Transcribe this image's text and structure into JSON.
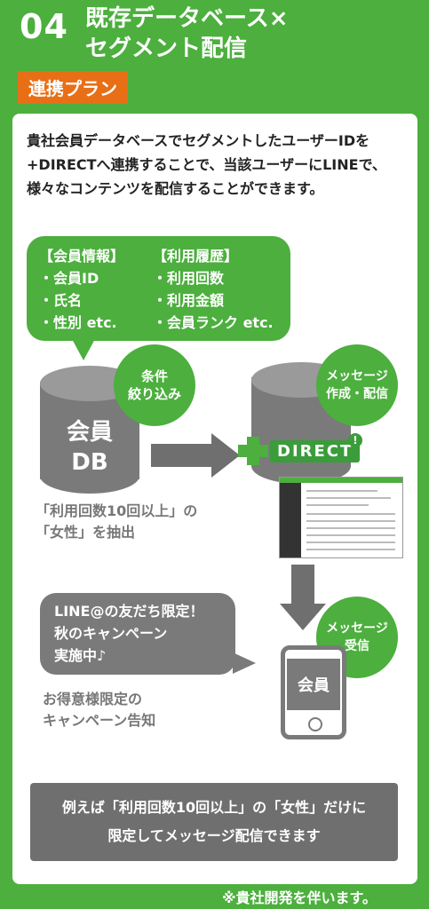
{
  "header": {
    "number": "04",
    "title_line1": "既存データベース×",
    "title_line2": "セグメント配信",
    "badge": "連携プラン"
  },
  "intro": "貴社会員データベースでセグメントしたユーザーIDを+DIRECTへ連携することで、当該ユーザーにLINEで、様々なコンテンツを配信することができます。",
  "member_info": {
    "heading": "【会員情報】",
    "items": [
      "・会員ID",
      "・氏名",
      "・性別 etc."
    ]
  },
  "usage_history": {
    "heading": "【利用履歴】",
    "items": [
      "・利用回数",
      "・利用金額",
      "・会員ランク etc."
    ]
  },
  "db": {
    "line1": "会員",
    "line2": "DB"
  },
  "filter_circle": {
    "line1": "条件",
    "line2": "絞り込み"
  },
  "extract_text": {
    "line1": "「利用回数10回以上」の",
    "line2": "「女性」を抽出"
  },
  "create_circle": {
    "line1": "メッセージ",
    "line2": "作成・配信"
  },
  "direct_logo": "DIRECT",
  "receive_circle": {
    "line1": "メッセージ",
    "line2": "受信"
  },
  "message_bubble": {
    "line1": "LINE@の友だち限定！",
    "line2": "秋のキャンペーン",
    "line3": "実施中♪"
  },
  "notice_text": {
    "line1": "お得意様限定の",
    "line2": "キャンペーン告知"
  },
  "phone_label": "会員",
  "bottom_box": {
    "line1": "例えば「利用回数10回以上」の「女性」だけに",
    "line2": "限定してメッセージ配信できます"
  },
  "footnote": "※貴社開発を伴います。",
  "colors": {
    "green": "#4caf3e",
    "orange": "#e86f16",
    "gray": "#7a7a7a"
  }
}
